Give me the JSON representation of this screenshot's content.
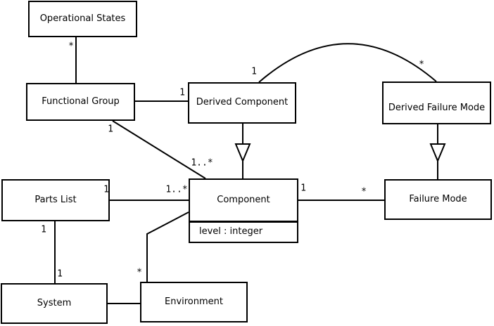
{
  "diagram": {
    "kind": "uml-class-diagram",
    "background_color": "#ffffff",
    "line_color": "#000000",
    "text_color": "#000000"
  },
  "classes": {
    "operational_states": {
      "name": "Operational States"
    },
    "functional_group": {
      "name": "Functional Group"
    },
    "derived_component": {
      "name": "Derived Component"
    },
    "derived_failure_mode": {
      "name": "Derived Failure Mode"
    },
    "parts_list": {
      "name": "Parts List"
    },
    "component": {
      "name": "Component",
      "attribute": "level : integer"
    },
    "failure_mode": {
      "name": "Failure Mode"
    },
    "system": {
      "name": "System"
    },
    "environment": {
      "name": "Environment"
    }
  },
  "multiplicities": {
    "os_fg_star": "*",
    "fg_dc_one": "1",
    "fg_comp_one": "1",
    "fg_comp_many": "1..*",
    "dc_dfm_one": "1",
    "dc_dfm_star": "*",
    "pl_comp_one": "1",
    "pl_comp_many": "1..*",
    "comp_fm_one": "1",
    "comp_fm_star": "*",
    "pl_sys_one_top": "1",
    "pl_sys_one_bottom": "1",
    "comp_env_star": "*"
  },
  "relationships": [
    {
      "from": "Operational States",
      "to": "Functional Group",
      "type": "association",
      "from_label": "*",
      "to_label": ""
    },
    {
      "from": "Functional Group",
      "to": "Derived Component",
      "type": "association",
      "from_label": "1",
      "to_label": ""
    },
    {
      "from": "Functional Group",
      "to": "Component",
      "type": "association",
      "from_label": "1",
      "to_label": "1..*"
    },
    {
      "from": "Derived Component",
      "to": "Derived Failure Mode",
      "type": "association-arc",
      "from_label": "1",
      "to_label": "*"
    },
    {
      "from": "Derived Component",
      "to": "Component",
      "type": "generalization",
      "from_label": "",
      "to_label": ""
    },
    {
      "from": "Derived Failure Mode",
      "to": "Failure Mode",
      "type": "generalization",
      "from_label": "",
      "to_label": ""
    },
    {
      "from": "Parts List",
      "to": "Component",
      "type": "association",
      "from_label": "1",
      "to_label": "1..*"
    },
    {
      "from": "Parts List",
      "to": "System",
      "type": "association",
      "from_label": "1",
      "to_label": "1"
    },
    {
      "from": "Component",
      "to": "Failure Mode",
      "type": "association",
      "from_label": "1",
      "to_label": "*"
    },
    {
      "from": "Component",
      "to": "Environment",
      "type": "association",
      "from_label": "",
      "to_label": "*"
    },
    {
      "from": "System",
      "to": "Environment",
      "type": "association",
      "from_label": "",
      "to_label": ""
    }
  ]
}
